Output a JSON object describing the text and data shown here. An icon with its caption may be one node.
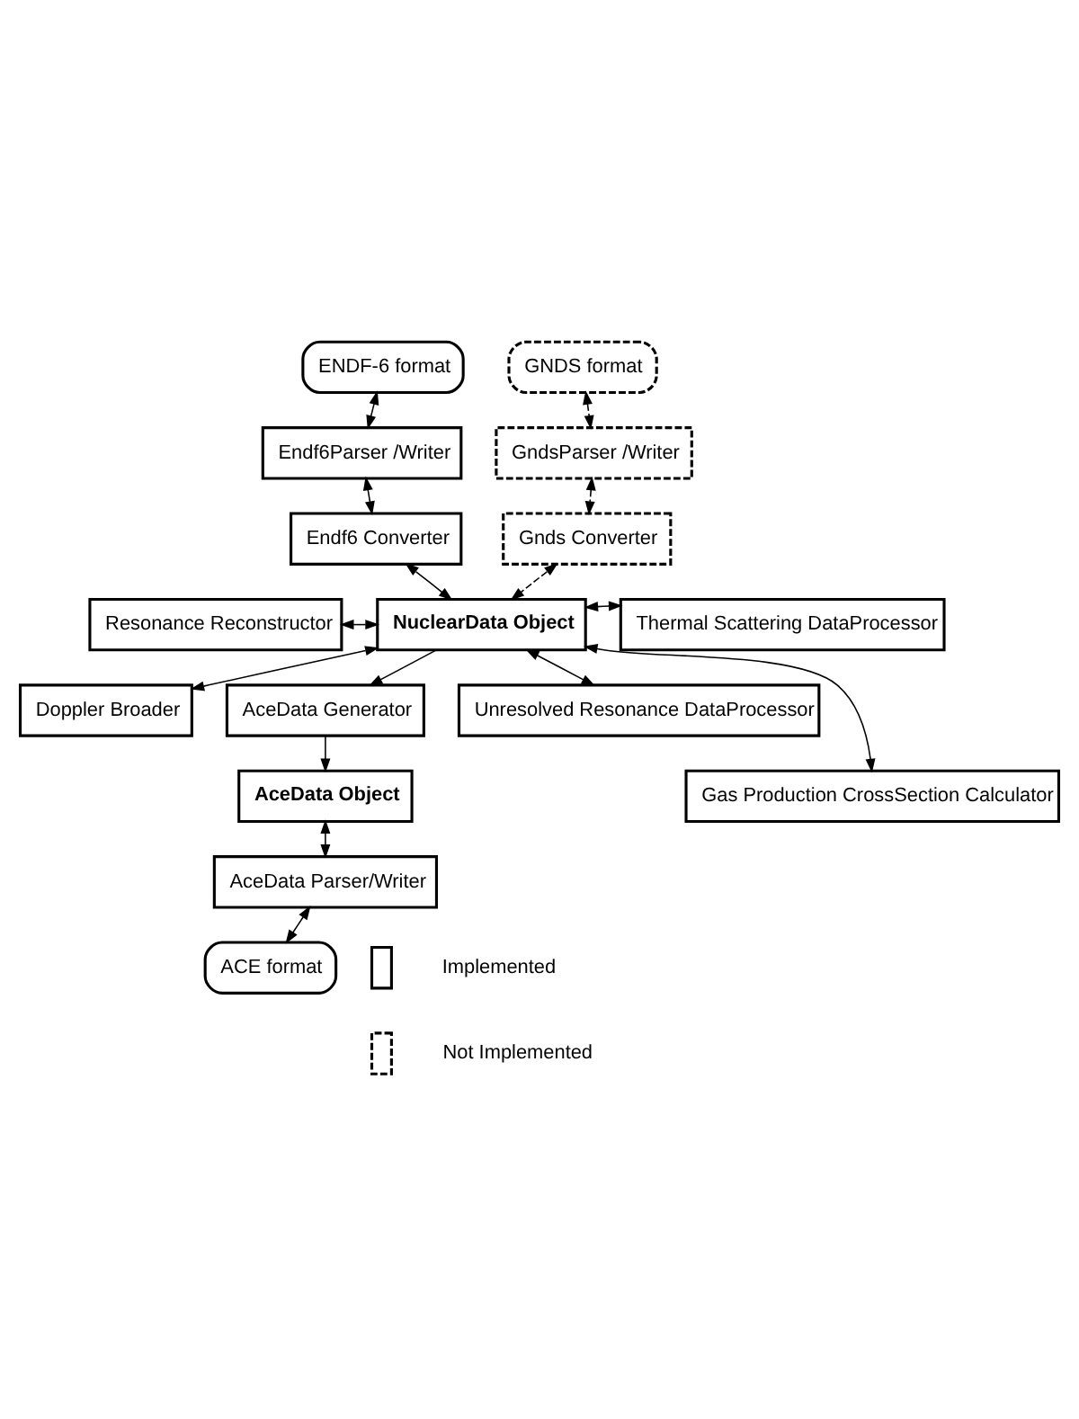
{
  "diagram": {
    "nodes": [
      {
        "text": [
          "ENDF-6 format"
        ]
      },
      {
        "text": [
          "GNDS format"
        ]
      },
      {
        "text": [
          "Endf6Parser /Writer"
        ]
      },
      {
        "text": [
          "GndsParser /Writer"
        ]
      },
      {
        "text": [
          "Endf6 Converter"
        ]
      },
      {
        "text": [
          "Gnds Converter"
        ]
      },
      {
        "text": [
          "Resonance Reconstructor"
        ]
      },
      {
        "text": [
          "NuclearData Object"
        ]
      },
      {
        "text": [
          "Thermal Scattering DataProcessor"
        ]
      },
      {
        "text": [
          "Doppler Broader"
        ]
      },
      {
        "text": [
          "AceData Generator"
        ]
      },
      {
        "text": [
          "Unresolved Resonance DataProcessor"
        ]
      },
      {
        "text": [
          "Gas Production CrossSection Calculator"
        ]
      },
      {
        "text": [
          "AceData Object"
        ]
      },
      {
        "text": [
          "AceData Parser/Writer"
        ]
      },
      {
        "text": [
          "ACE format"
        ]
      }
    ],
    "edges": [
      {
        "from": 0,
        "to": 2,
        "arrow": "both"
      },
      {
        "from": 1,
        "to": 3,
        "arrow": "both",
        "style": "dashed"
      },
      {
        "from": 2,
        "to": 4,
        "arrow": "both"
      },
      {
        "from": 3,
        "to": 5,
        "arrow": "both",
        "style": "dashed"
      },
      {
        "from": 4,
        "to": 7,
        "arrow": "both"
      },
      {
        "from": 5,
        "to": 7,
        "arrow": "both",
        "style": "dashed"
      },
      {
        "from": 6,
        "to": 7,
        "arrow": "both"
      },
      {
        "from": 7,
        "to": 8,
        "arrow": "both"
      },
      {
        "from": 7,
        "to": 9,
        "arrow": "both"
      },
      {
        "from": 7,
        "to": 11,
        "arrow": "both"
      },
      {
        "from": 7,
        "to": 12,
        "arrow": "both"
      },
      {
        "from": 7,
        "to": 10,
        "arrow": "to"
      },
      {
        "from": 10,
        "to": 13,
        "arrow": "to"
      },
      {
        "from": 13,
        "to": 14,
        "arrow": "both"
      },
      {
        "from": 14,
        "to": 15,
        "arrow": "both"
      }
    ],
    "legend": [
      {
        "text": "Implemented"
      },
      {
        "text": "Not Implemented"
      }
    ]
  }
}
